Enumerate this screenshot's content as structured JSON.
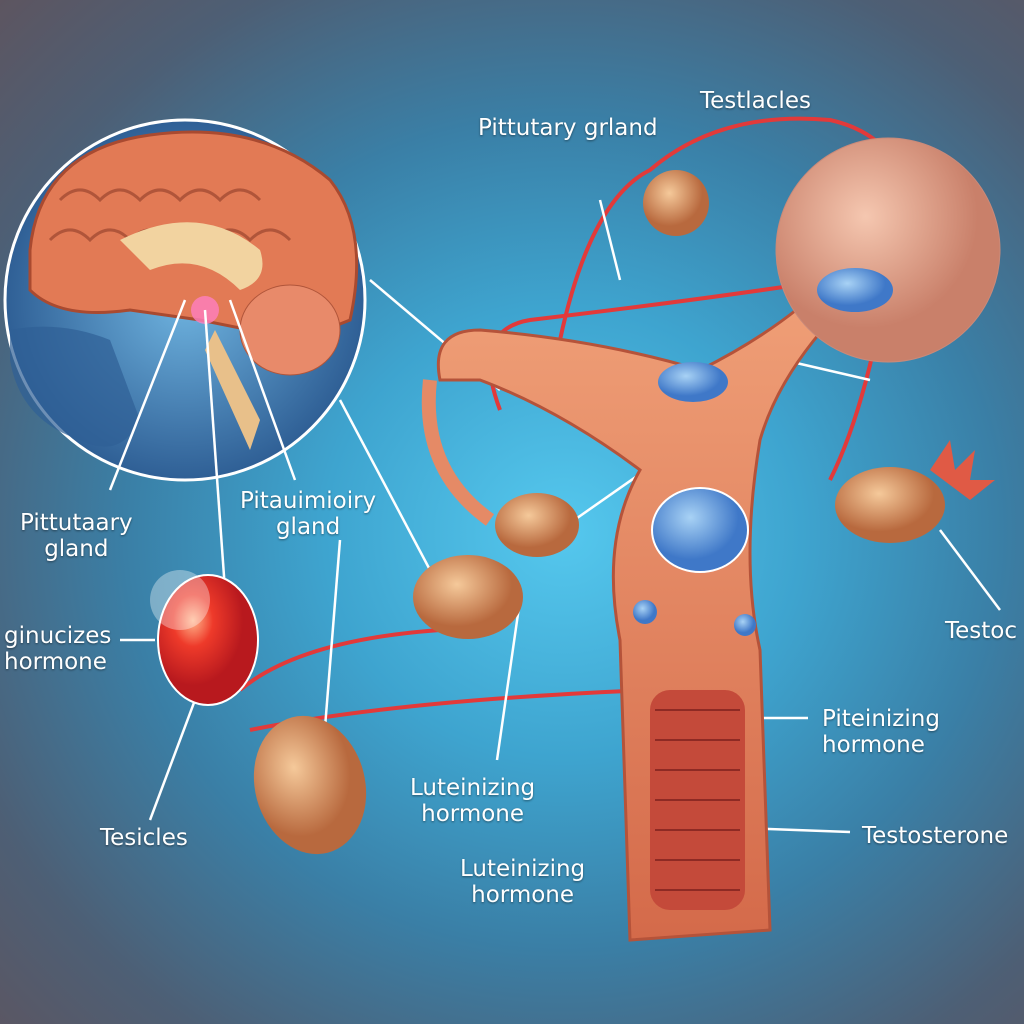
{
  "labels": {
    "top_testicles": "Testlacles",
    "top_pituitary": "Pittutary grland",
    "left_pituitary": [
      "Pittutaary",
      "gland"
    ],
    "mid_pituitary": [
      "Pitauimioiry",
      "gland"
    ],
    "left_hormone": [
      "ginucizes",
      "hormone"
    ],
    "bottom_testicles": "Tesicles",
    "lh_1": [
      "Luteinizing",
      "hormone"
    ],
    "lh_2": [
      "Luteinizing",
      "hormone"
    ],
    "right_hormone": [
      "Piteinizing",
      "hormone"
    ],
    "testosterone": "Testosterone",
    "right_cut": "Testoc"
  },
  "colors": {
    "vessel": "#e23a3a",
    "tissue": "#e58a66",
    "blue_gland": "#5a9be0",
    "brain": "#e27a55"
  }
}
